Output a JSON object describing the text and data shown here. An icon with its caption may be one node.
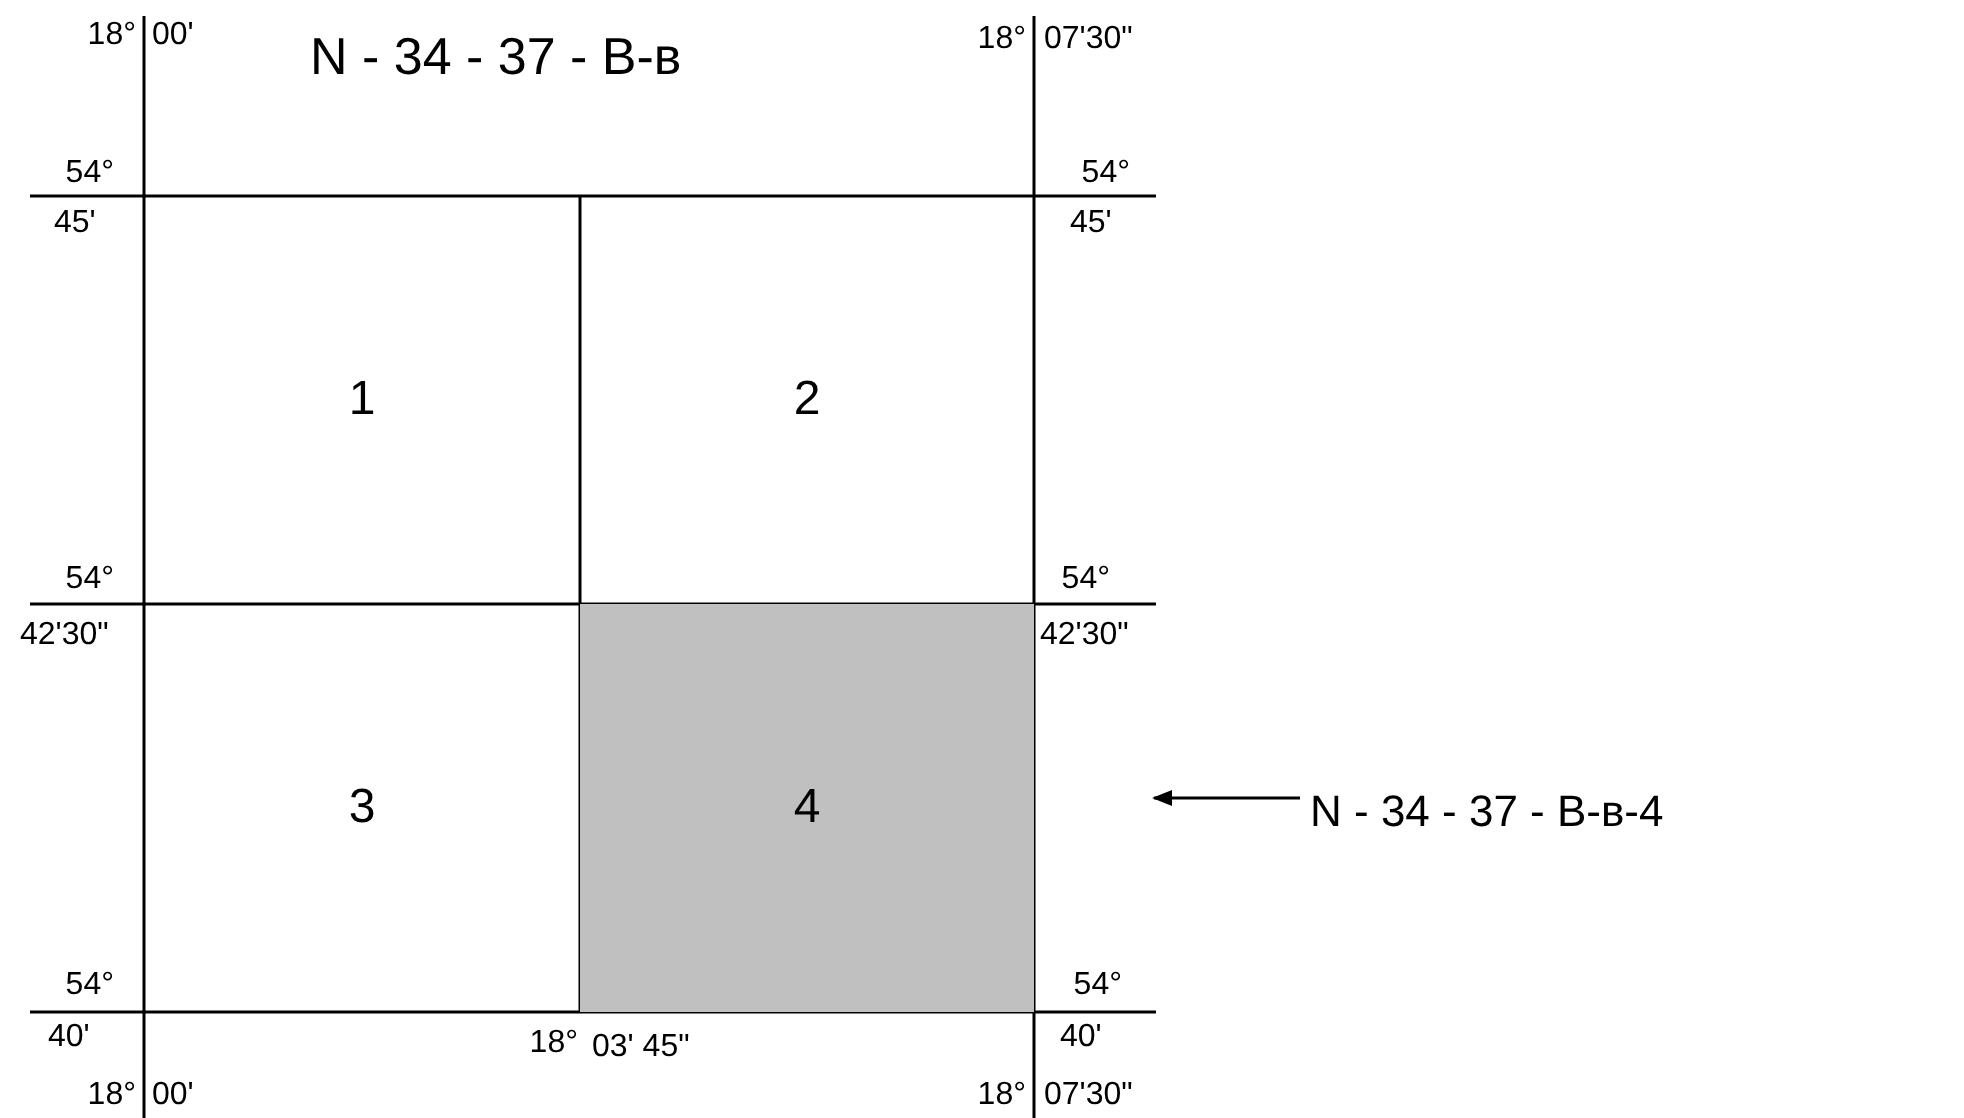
{
  "diagram": {
    "title": "N - 34 - 37 - В-в",
    "nodes": [
      {
        "text": [
          "1"
        ]
      },
      {
        "text": [
          "2"
        ]
      },
      {
        "text": [
          "3"
        ]
      },
      {
        "text": [
          "4"
        ]
      },
      {
        "text": [
          "N - 34 - 37 - В-в-4"
        ]
      }
    ],
    "edges": [
      {
        "from": 4,
        "to": 3,
        "arrow": "to"
      }
    ],
    "labels": [
      "18°",
      "00'",
      "18°",
      "07'30\"",
      "54°",
      "54°",
      "45'",
      "45'",
      "54°",
      "54°",
      "42'30\"",
      "42'30\"",
      "54°",
      "54°",
      "40'",
      "18°",
      "03' 45\"",
      "40'",
      "18°",
      "00'",
      "18°",
      "07'30\""
    ]
  }
}
